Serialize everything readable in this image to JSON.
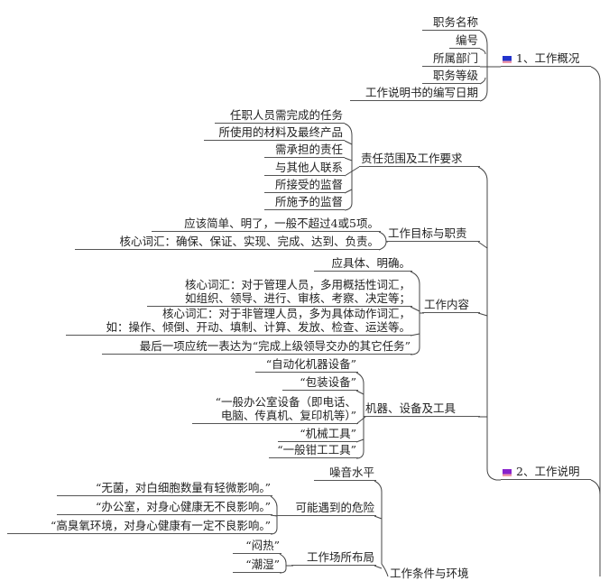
{
  "branches": {
    "overview": {
      "label": "1、工作概况",
      "flag_color": "#2233cc",
      "children": [
        "职务名称",
        "编号",
        "所属部门",
        "职务等级",
        "工作说明书的编写日期"
      ]
    },
    "description": {
      "label": "2、工作说明",
      "flag_color": "#8822cc",
      "scope": {
        "label": "责任范围及工作要求",
        "children": [
          "任职人员需完成的任务",
          "所使用的材料及最终产品",
          "需承担的责任",
          "与其他人联系",
          "所接受的监督",
          "所施予的监督"
        ]
      },
      "goals": {
        "label": "工作目标与职责",
        "children": [
          "应该简单、明了，一般不超过4或5项。",
          "核心词汇：确保、保证、实现、完成、达到、负责。"
        ]
      },
      "content": {
        "label": "工作内容",
        "children": [
          "应具体、明确。",
          "核心词汇：对于管理人员，多用概括性词汇，",
          "如组织、领导、进行、审核、考察、决定等；",
          "核心词汇：对于非管理人员，多为具体动作词汇，",
          "如：操作、倾倒、开动、填制、计算、发放、检查、运送等。",
          "最后一项应统一表达为“完成上级领导交办的其它任务”"
        ]
      },
      "machines": {
        "label": "机器、设备及工具",
        "children": [
          "“自动化机器设备”",
          "“包装设备”",
          "“一般办公室设备（即电话、",
          "电脑、传真机、复印机等）”",
          "“机械工具”",
          "“一般钳工工具”"
        ]
      },
      "conditions": {
        "label": "工作条件与环境",
        "noise": "噪音水平",
        "hazards": {
          "label": "可能遇到的危险",
          "children": [
            "“无菌，对白细胞数量有轻微影响。”",
            "“办公室，对身心健康无不良影响。”",
            "“高臭氧环境，对身心健康有一定不良影响。”"
          ]
        },
        "layout": {
          "label": "工作场所布局",
          "children": [
            "“闷热”",
            "“潮湿”"
          ]
        }
      }
    }
  }
}
